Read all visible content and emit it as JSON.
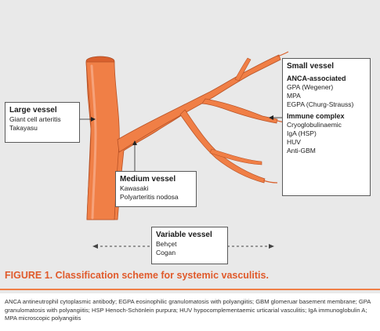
{
  "large_vessel": {
    "title": "Large vessel",
    "items": [
      "Giant cell arteritis",
      "Takayasu"
    ]
  },
  "medium_vessel": {
    "title": "Medium vessel",
    "items": [
      "Kawasaki",
      "Polyarteritis nodosa"
    ]
  },
  "small_vessel": {
    "title": "Small vessel",
    "anca_title": "ANCA-associated",
    "anca_items": [
      "GPA (Wegener)",
      "MPA",
      "EGPA (Churg-Strauss)"
    ],
    "immune_title": "Immune complex",
    "immune_items": [
      "Cryoglobulinaemic",
      "IgA (HSP)",
      "HUV",
      "Anti-GBM"
    ]
  },
  "variable_vessel": {
    "title": "Variable vessel",
    "items": [
      "Behçet",
      "Cogan"
    ]
  },
  "caption": "FIGURE 1. Classification scheme for systemic vasculitis.",
  "abbreviations": "ANCA antineutrophil cytoplasmic antibody; EGPA eosinophilic granulomatosis with polyangiitis; GBM glomeruar basement membrane; GPA granulomatosis with polyangiitis; HSP Henoch-Schönlein purpura; HUV hypocomplementaemic urticarial vasculitis; IgA immunoglobulin A; MPA microscopic polyangiitis",
  "colors": {
    "vessel_fill": "#f07f46",
    "vessel_dark": "#d9612e",
    "vessel_highlight": "#f6a27a",
    "panel_background": "#e9e9e9",
    "caption_color": "#e05a2b"
  }
}
